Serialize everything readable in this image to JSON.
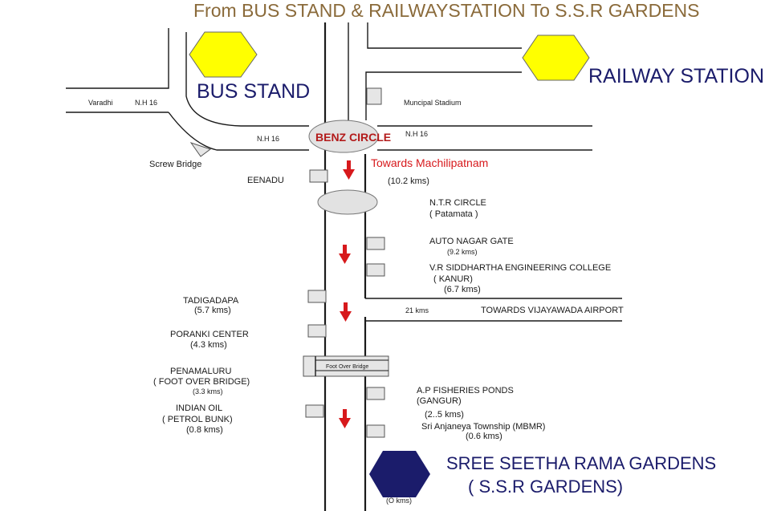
{
  "title": "From BUS STAND & RAILWAYSTATION To S.S.R GARDENS",
  "bus_stand": "BUS STAND",
  "railway_station": "RAILWAY STATION",
  "road_labels": {
    "varadhi": "Varadhi",
    "nh16_a": "N.H 16",
    "nh16_b": "N.H 16",
    "nh16_c": "N.H 16",
    "screw_bridge": "Screw Bridge",
    "muncipal_stadium": "Muncipal Stadium",
    "benz_circle": "BENZ CIRCLE",
    "towards_machilipatnam": "Towards Machilipatnam",
    "machilipatnam_dist": "(10.2 kms)",
    "eenadu": "EENADU"
  },
  "right_landmarks": {
    "ntr_circle": "N.T.R CIRCLE",
    "ntr_sub": "( Patamata )",
    "auto_nagar": "AUTO  NAGAR  GATE",
    "auto_nagar_dist": "(9.2 kms)",
    "vr_siddhartha": "V.R SIDDHARTHA ENGINEERING COLLEGE",
    "vr_sub": "( KANUR)",
    "vr_dist": "(6.7 kms)",
    "airport_dist": "21 kms",
    "towards_airport": "TOWARDS VIJAYAWADA AIRPORT",
    "fisheries": "A.P FISHERIES PONDS",
    "fisheries_sub": "(GANGUR)",
    "fisheries_dist": "(2..5 kms)",
    "anjaneya": "Sri Anjaneya Township (MBMR)",
    "anjaneya_dist": "(0.6 kms)"
  },
  "left_landmarks": {
    "tadigadapa": "TADIGADAPA",
    "tadigadapa_dist": "(5.7 kms)",
    "poranki": "PORANKI CENTER",
    "poranki_dist": "(4.3 kms)",
    "penamaluru": "PENAMALURU",
    "penamaluru_sub": "( FOOT OVER BRIDGE)",
    "penamaluru_dist": "(3.3  kms)",
    "indian_oil": "INDIAN OIL",
    "indian_oil_sub": "( PETROL BUNK)",
    "indian_oil_dist": "(0.8 kms)",
    "foot_over_bridge": "Foot Over Bridge"
  },
  "destination": {
    "name_line1": "SREE SEETHA RAMA GARDENS",
    "name_line2": "( S.S.R GARDENS)",
    "dist": "(O kms)"
  },
  "colors": {
    "title": "#8a6a3a",
    "label_blue": "#1b1c6b",
    "station_yellow": "#ffff00",
    "destination_navy": "#1b1c6b",
    "arrow_red": "#d7191c"
  }
}
